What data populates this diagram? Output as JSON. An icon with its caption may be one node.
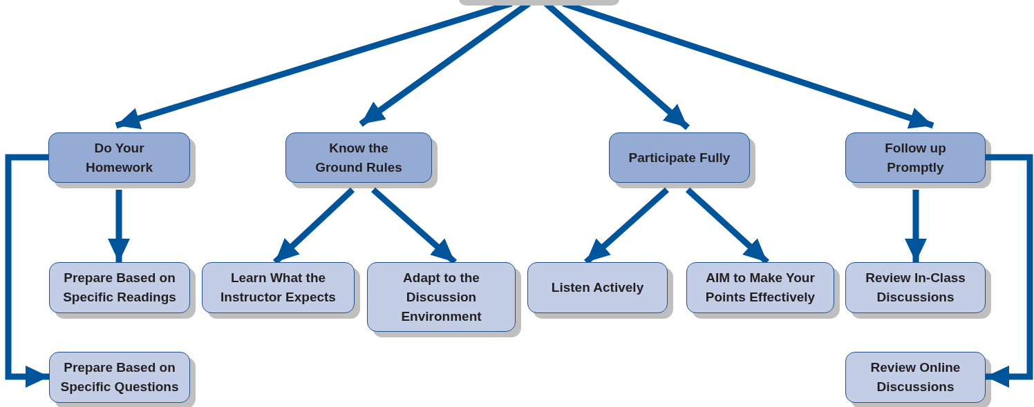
{
  "diagram": {
    "nodes": [
      {
        "text": [],
        "shape": "box"
      },
      {
        "text": [
          "Do Your Homework"
        ]
      },
      {
        "text": [
          "Know the Ground Rules"
        ]
      },
      {
        "text": [
          "Participate Fully"
        ]
      },
      {
        "text": [
          "Follow up Promptly"
        ]
      },
      {
        "text": [
          "Prepare Based on Specific Readings"
        ]
      },
      {
        "text": [
          "Prepare Based on Specific Questions"
        ]
      },
      {
        "text": [
          "Learn What the Instructor Expects"
        ]
      },
      {
        "text": [
          "Adapt to the Discussion Environment"
        ]
      },
      {
        "text": [
          "Listen Actively"
        ]
      },
      {
        "text": [
          "AIM to Make Your Points Effectively"
        ]
      },
      {
        "text": [
          "Review In-Class Discussions"
        ]
      },
      {
        "text": [
          "Review Online Discussions"
        ]
      }
    ],
    "edges": [
      {
        "from": 0,
        "to": 1,
        "arrow": "to"
      },
      {
        "from": 0,
        "to": 2,
        "arrow": "to"
      },
      {
        "from": 0,
        "to": 3,
        "arrow": "to"
      },
      {
        "from": 0,
        "to": 4,
        "arrow": "to"
      },
      {
        "from": 1,
        "to": 5,
        "arrow": "to"
      },
      {
        "from": 1,
        "to": 6,
        "arrow": "to"
      },
      {
        "from": 2,
        "to": 7,
        "arrow": "to"
      },
      {
        "from": 2,
        "to": 8,
        "arrow": "to"
      },
      {
        "from": 3,
        "to": 9,
        "arrow": "to"
      },
      {
        "from": 3,
        "to": 10,
        "arrow": "to"
      },
      {
        "from": 4,
        "to": 11,
        "arrow": "to"
      },
      {
        "from": 4,
        "to": 12,
        "arrow": "to"
      }
    ]
  }
}
